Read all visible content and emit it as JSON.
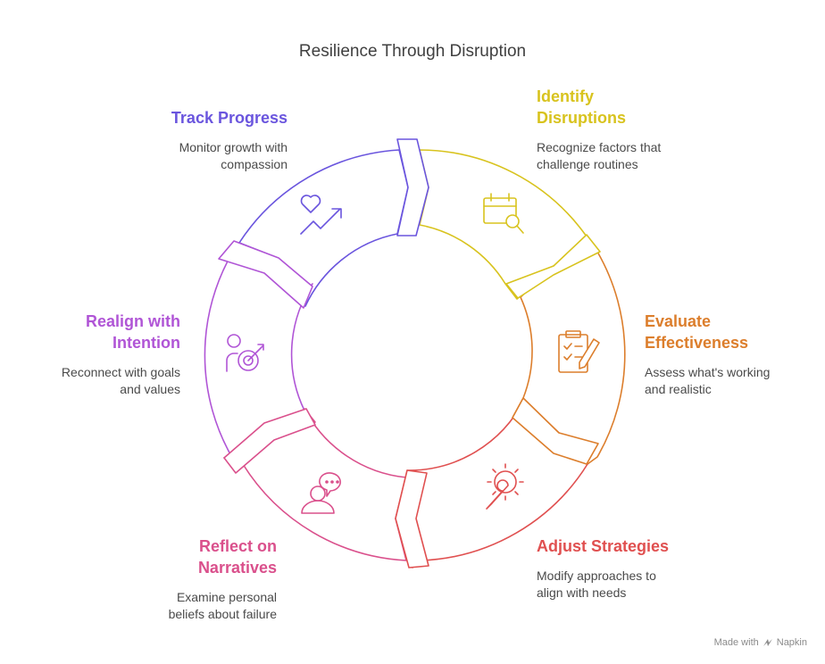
{
  "title": "Resilience Through Disruption",
  "colors": {
    "identify": "#d8c31e",
    "evaluate": "#dc7e2c",
    "adjust": "#e05050",
    "reflect": "#da508c",
    "realign": "#b055d6",
    "track": "#6a55de"
  },
  "steps": [
    {
      "id": "identify",
      "title_line1": "Identify",
      "title_line2": "Disruptions",
      "desc_line1": "Recognize factors that",
      "desc_line2": "challenge routines",
      "icon": "calendar-search-icon"
    },
    {
      "id": "evaluate",
      "title_line1": "Evaluate",
      "title_line2": "Effectiveness",
      "desc_line1": "Assess what's working",
      "desc_line2": "and realistic",
      "icon": "clipboard-check-icon"
    },
    {
      "id": "adjust",
      "title_line1": "Adjust Strategies",
      "title_line2": "",
      "desc_line1": "Modify approaches to",
      "desc_line2": "align with needs",
      "icon": "gear-wrench-icon"
    },
    {
      "id": "reflect",
      "title_line1": "Reflect on",
      "title_line2": "Narratives",
      "desc_line1": "Examine personal",
      "desc_line2": "beliefs about failure",
      "icon": "person-speech-icon"
    },
    {
      "id": "realign",
      "title_line1": "Realign with",
      "title_line2": "Intention",
      "desc_line1": "Reconnect with goals",
      "desc_line2": "and values",
      "icon": "person-target-icon"
    },
    {
      "id": "track",
      "title_line1": "Track Progress",
      "title_line2": "",
      "desc_line1": "Monitor growth with",
      "desc_line2": "compassion",
      "icon": "heart-growth-icon"
    }
  ],
  "footer": {
    "prefix": "Made with",
    "brand": "Napkin"
  }
}
